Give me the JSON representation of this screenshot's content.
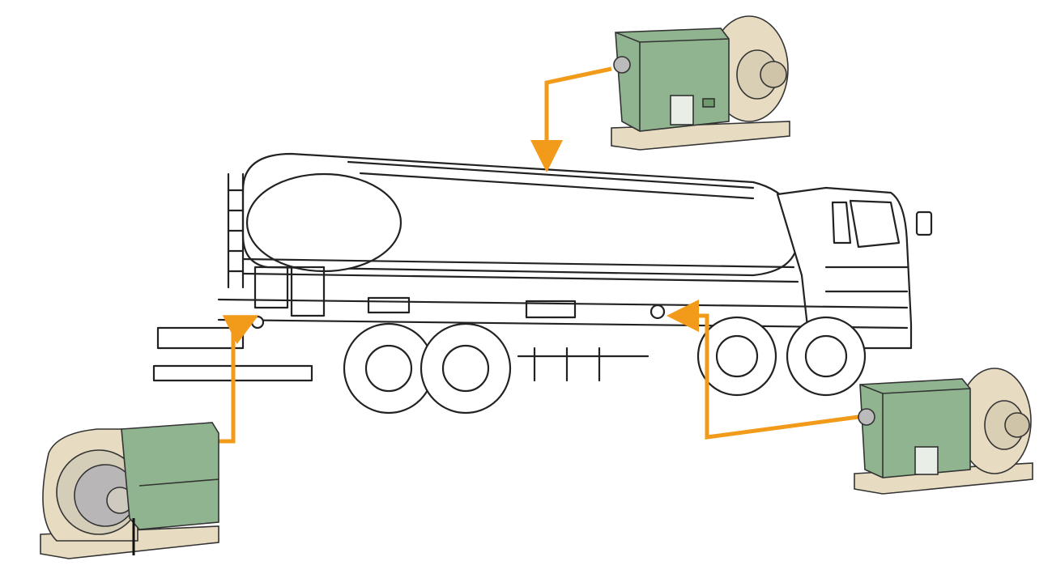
{
  "image": {
    "description_items": [
      {
        "name": "tank-truck",
        "icon": "tanker-truck-icon"
      },
      {
        "name": "blower-unit-top",
        "icon": "blower-unit-icon"
      },
      {
        "name": "blower-unit-right",
        "icon": "blower-unit-icon"
      },
      {
        "name": "blower-unit-left",
        "icon": "blower-unit-icon"
      }
    ],
    "colors": {
      "arrow": "#f29a1a",
      "unit_body": "#8fb48f",
      "unit_frame": "#e7dcc1",
      "outline": "#222222"
    }
  }
}
